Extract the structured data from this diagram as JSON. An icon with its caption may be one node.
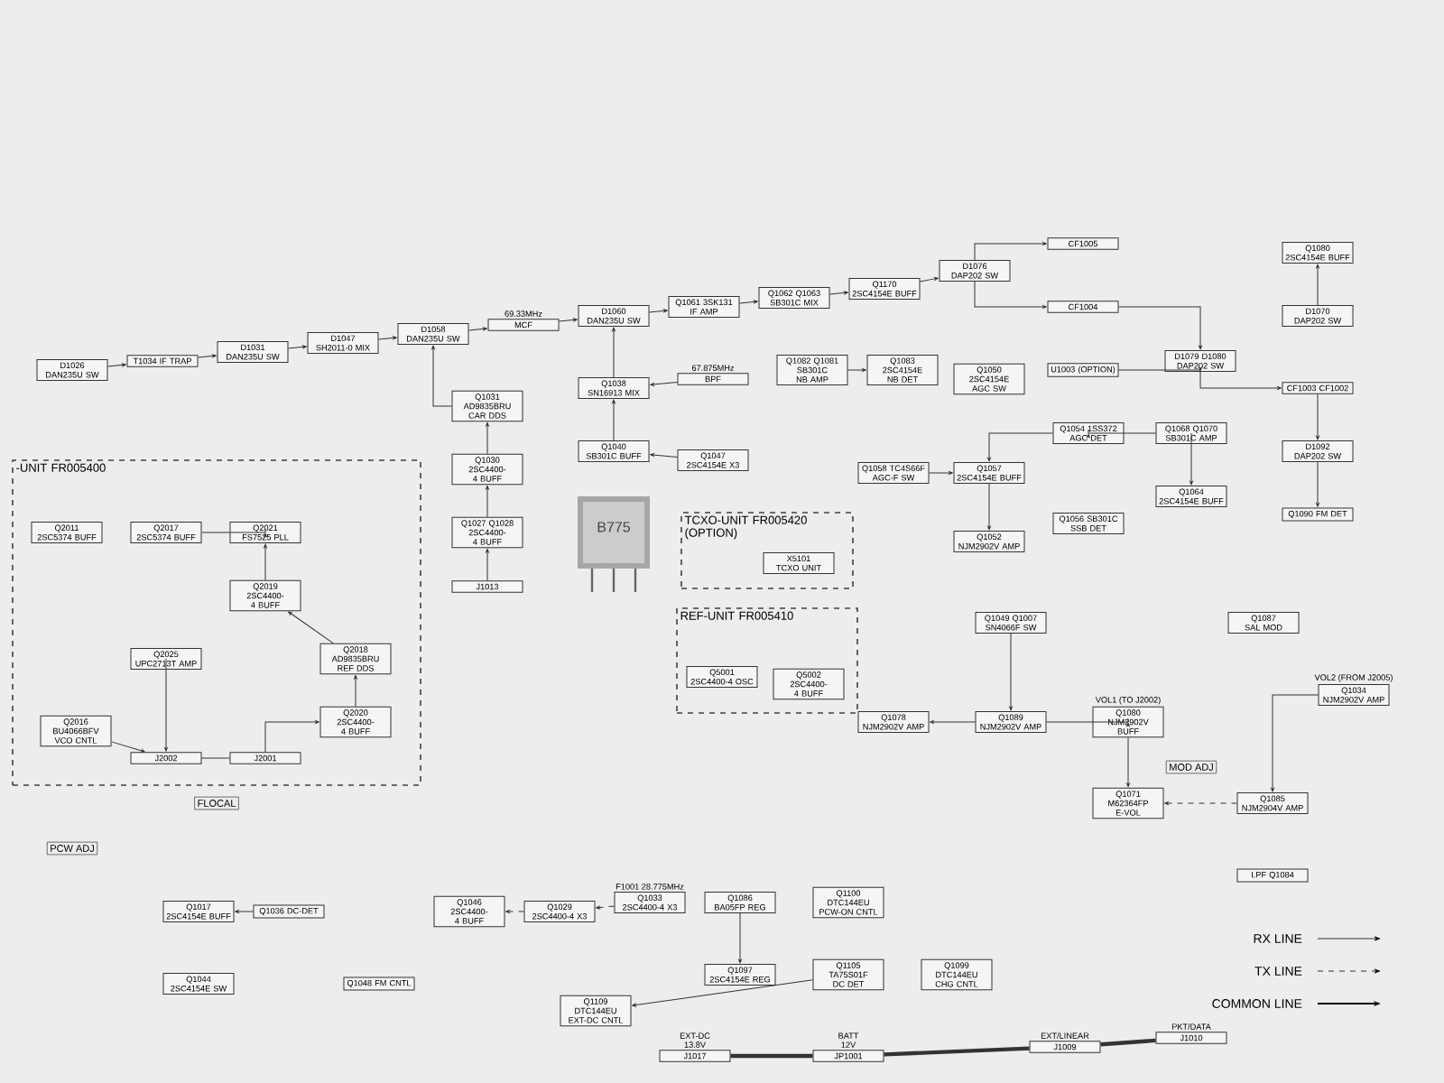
{
  "diagram": {
    "nodes": [
      {
        "text": [
          "D1026 DAN235U SW"
        ]
      },
      {
        "text": [
          "T1034 IF TRAP"
        ]
      },
      {
        "text": [
          "D1031 DAN235U SW"
        ]
      },
      {
        "text": [
          "D1047 SH2011-0 MIX"
        ]
      },
      {
        "text": [
          "D1058 DAN235U SW"
        ]
      },
      {
        "text": [
          "MCF"
        ],
        "beside": [
          "69.33MHz"
        ]
      },
      {
        "text": [
          "D1060 DAN235U SW"
        ]
      },
      {
        "text": [
          "Q1061 3SK131 IF AMP"
        ]
      },
      {
        "text": [
          "Q1062 Q1063 SB301C MIX"
        ]
      },
      {
        "text": [
          "Q1170 2SC4154E BUFF"
        ]
      },
      {
        "text": [
          "D1076 DAP202 SW"
        ]
      },
      {
        "text": [
          "CF1005"
        ]
      },
      {
        "text": [
          "CF1004"
        ]
      },
      {
        "text": [
          "U1003 (OPTION)"
        ]
      },
      {
        "text": [
          "D1079 D1080 DAP202 SW"
        ]
      },
      {
        "text": [
          "Q1080 2SC4154E BUFF"
        ]
      },
      {
        "text": [
          "D1070 DAP202 SW"
        ]
      },
      {
        "text": [
          "CF1003 CF1002"
        ]
      },
      {
        "text": [
          "D1092 DAP202 SW"
        ]
      },
      {
        "text": [
          "Q1090 FM DET"
        ]
      },
      {
        "text": [
          "Q1031 AD9835BRU CAR DDS"
        ]
      },
      {
        "text": [
          "Q1030 2SC4400-4 BUFF"
        ]
      },
      {
        "text": [
          "Q1027 Q1028 2SC4400-4 BUFF"
        ]
      },
      {
        "text": [
          "J1013"
        ]
      },
      {
        "text": [
          "Q1038 SN16913 MIX"
        ]
      },
      {
        "text": [
          "BPF"
        ],
        "beside": [
          "67.875MHz"
        ]
      },
      {
        "text": [
          "Q1040 SB301C BUFF"
        ]
      },
      {
        "text": [
          "Q1047 2SC4154E X3"
        ]
      },
      {
        "text": [
          "Q1082 Q1081 SB301C NB AMP"
        ]
      },
      {
        "text": [
          "Q1083 2SC4154E NB DET"
        ]
      },
      {
        "text": [
          "Q1050 2SC4154E AGC SW"
        ]
      },
      {
        "text": [
          "Q1057 2SC4154E BUFF"
        ]
      },
      {
        "text": [
          "Q1058 TC4S66F AGC-F SW"
        ]
      },
      {
        "text": [
          "Q1052 NJM2902V AMP"
        ]
      },
      {
        "text": [
          "Q1054 1SS372 AGC DET"
        ]
      },
      {
        "text": [
          "Q1068 Q1070 SB301C AMP"
        ]
      },
      {
        "text": [
          "Q1064 2SC4154E BUFF"
        ]
      },
      {
        "text": [
          "Q1056 SB301C SSB DET"
        ]
      },
      {
        "text": [
          "TCXO-UNIT FR005420 (OPTION)"
        ]
      },
      {
        "text": [
          "X5101 TCXO UNIT"
        ],
        "in": 38
      },
      {
        "text": [
          "REF-UNIT FR005410"
        ]
      },
      {
        "text": [
          "Q5001 2SC4400-4 OSC"
        ],
        "in": 40
      },
      {
        "text": [
          "Q5002 2SC4400-4 BUFF"
        ],
        "in": 40
      },
      {
        "text": [
          "Q1049 Q1007 SN4066F SW"
        ]
      },
      {
        "text": [
          "Q1089 NJM2902V AMP"
        ]
      },
      {
        "text": [
          "Q1080 NJM2902V BUFF"
        ],
        "beside": [
          "VOL1 (TO J2002)"
        ]
      },
      {
        "text": [
          "Q1078 NJM2902V AMP"
        ]
      },
      {
        "text": [
          "Q1071 M62364FP E-VOL"
        ]
      },
      {
        "text": [
          "Q1085 NJM2904V AMP"
        ]
      },
      {
        "text": [
          "Q1087 SAL MOD"
        ]
      },
      {
        "text": [
          "Q1034 NJM2902V AMP"
        ],
        "beside": [
          "VOL2 (FROM J2005)"
        ]
      },
      {
        "text": [
          "LPF Q1084"
        ]
      },
      {
        "text": [
          "-UNIT FR005400"
        ]
      },
      {
        "text": [
          "Q2011 2SC5374 BUFF"
        ],
        "in": 52
      },
      {
        "text": [
          "Q2017 2SC5374 BUFF"
        ],
        "in": 52
      },
      {
        "text": [
          "Q2021 FS7525 PLL"
        ],
        "in": 52
      },
      {
        "text": [
          "Q2019 2SC4400-4 BUFF"
        ],
        "in": 52
      },
      {
        "text": [
          "Q2025 UPC2713T AMP"
        ],
        "in": 52
      },
      {
        "text": [
          "Q2018 AD9835BRU REF DDS"
        ],
        "in": 52
      },
      {
        "text": [
          "Q2020 2SC4400-4 BUFF"
        ],
        "in": 52
      },
      {
        "text": [
          "Q2016 BU4066BFV VCO CNTL"
        ],
        "in": 52
      },
      {
        "text": [
          "J2002"
        ],
        "in": 52
      },
      {
        "text": [
          "J2001"
        ],
        "in": 52
      },
      {
        "text": [
          "Q1046 2SC4400-4 BUFF"
        ]
      },
      {
        "text": [
          "Q1029 2SC4400-4 X3"
        ]
      },
      {
        "text": [
          "Q1033 2SC4400-4 X3"
        ],
        "beside": [
          "F1001 28.775MHz"
        ]
      },
      {
        "text": [
          "Q1017 2SC4154E BUFF"
        ]
      },
      {
        "text": [
          "Q1036 DC-DET"
        ]
      },
      {
        "text": [
          "Q1048 FM CNTL"
        ]
      },
      {
        "text": [
          "Q1044 2SC4154E SW"
        ]
      },
      {
        "text": [
          "Q1086 BA05FP REG"
        ]
      },
      {
        "text": [
          "Q1097 2SC4154E REG"
        ]
      },
      {
        "text": [
          "Q1105 TA75S01F DC DET"
        ]
      },
      {
        "text": [
          "Q1109 DTC144EU EXT-DC CNTL"
        ]
      },
      {
        "text": [
          "Q1100 DTC144EU PCW-ON CNTL"
        ]
      },
      {
        "text": [
          "Q1099 DTC144EU CHG CNTL"
        ]
      },
      {
        "text": [
          "J1009"
        ],
        "beside": [
          "EXT/LINEAR"
        ]
      },
      {
        "text": [
          "J1010"
        ],
        "beside": [
          "PKT/DATA"
        ]
      },
      {
        "text": [
          "JP1001"
        ],
        "beside": [
          "BATT",
          "12V"
        ]
      },
      {
        "text": [
          "J1017"
        ],
        "beside": [
          "EXT-DC",
          "13.8V"
        ]
      }
    ],
    "edges": [
      {
        "from": 0,
        "to": 1,
        "arrow": "to"
      },
      {
        "from": 1,
        "to": 2,
        "arrow": "to"
      },
      {
        "from": 2,
        "to": 3,
        "arrow": "to"
      },
      {
        "from": 3,
        "to": 4,
        "arrow": "to"
      },
      {
        "from": 4,
        "to": 5,
        "arrow": "to"
      },
      {
        "from": 5,
        "to": 6,
        "arrow": "to"
      },
      {
        "from": 6,
        "to": 7,
        "arrow": "to"
      },
      {
        "from": 7,
        "to": 8,
        "arrow": "to"
      },
      {
        "from": 8,
        "to": 9,
        "arrow": "to"
      },
      {
        "from": 9,
        "to": 10,
        "arrow": "to"
      },
      {
        "from": 10,
        "to": 11,
        "arrow": "to"
      },
      {
        "from": 10,
        "to": 12,
        "arrow": "to"
      },
      {
        "from": 12,
        "to": 14,
        "arrow": "to"
      },
      {
        "from": 13,
        "to": 14,
        "arrow": "to"
      },
      {
        "from": 14,
        "to": 17,
        "arrow": "to"
      },
      {
        "from": 16,
        "to": 15,
        "arrow": "to"
      },
      {
        "from": 17,
        "to": 18,
        "arrow": "to"
      },
      {
        "from": 18,
        "to": 19,
        "arrow": "to"
      },
      {
        "from": 20,
        "to": 4,
        "arrow": "to"
      },
      {
        "from": 21,
        "to": 20,
        "arrow": "to"
      },
      {
        "from": 22,
        "to": 21,
        "arrow": "to"
      },
      {
        "from": 23,
        "to": 22,
        "arrow": "to"
      },
      {
        "from": 24,
        "to": 6,
        "arrow": "to"
      },
      {
        "from": 25,
        "to": 24,
        "arrow": "to"
      },
      {
        "from": 26,
        "to": 24,
        "arrow": "to"
      },
      {
        "from": 27,
        "to": 26,
        "arrow": "to"
      },
      {
        "from": 28,
        "to": 29,
        "arrow": "to"
      },
      {
        "from": 32,
        "to": 31,
        "arrow": "to"
      },
      {
        "from": 31,
        "to": 33,
        "arrow": "to"
      },
      {
        "from": 34,
        "to": 31,
        "arrow": "to"
      },
      {
        "from": 35,
        "to": 34,
        "arrow": "to"
      },
      {
        "from": 35,
        "to": 36,
        "arrow": "to"
      },
      {
        "from": 43,
        "to": 44,
        "arrow": "to"
      },
      {
        "from": 44,
        "to": 45,
        "arrow": "to"
      },
      {
        "from": 44,
        "to": 46,
        "arrow": "to"
      },
      {
        "from": 45,
        "to": 47,
        "arrow": "to"
      },
      {
        "from": 48,
        "to": 47,
        "arrow": "to",
        "style": "dashed"
      },
      {
        "from": 50,
        "to": 48,
        "arrow": "to"
      },
      {
        "from": 54,
        "to": 55,
        "arrow": "to"
      },
      {
        "from": 56,
        "to": 55,
        "arrow": "to"
      },
      {
        "from": 58,
        "to": 56,
        "arrow": "to"
      },
      {
        "from": 59,
        "to": 58,
        "arrow": "to"
      },
      {
        "from": 60,
        "to": 61,
        "arrow": "to"
      },
      {
        "from": 57,
        "to": 61,
        "arrow": "to"
      },
      {
        "from": 61,
        "to": 62,
        "arrow": "none"
      },
      {
        "from": 62,
        "to": 59,
        "arrow": "to"
      },
      {
        "from": 64,
        "to": 63,
        "arrow": "to",
        "style": "dashed"
      },
      {
        "from": 65,
        "to": 64,
        "arrow": "to",
        "style": "dashed"
      },
      {
        "from": 67,
        "to": 66,
        "arrow": "to"
      },
      {
        "from": 70,
        "to": 71,
        "arrow": "to"
      },
      {
        "from": 72,
        "to": 73,
        "arrow": "to"
      },
      {
        "from": 79,
        "to": 78,
        "arrow": "none",
        "style": "thick"
      },
      {
        "from": 78,
        "to": 76,
        "arrow": "none",
        "style": "thick"
      },
      {
        "from": 76,
        "to": 77,
        "arrow": "none",
        "style": "thick"
      }
    ],
    "labels": [
      "B775",
      "MOD ADJ",
      "PCW ADJ",
      "FLOCAL"
    ],
    "legend": [
      {
        "text": "RX LINE"
      },
      {
        "text": "TX LINE"
      },
      {
        "text": "COMMON LINE"
      }
    ]
  }
}
